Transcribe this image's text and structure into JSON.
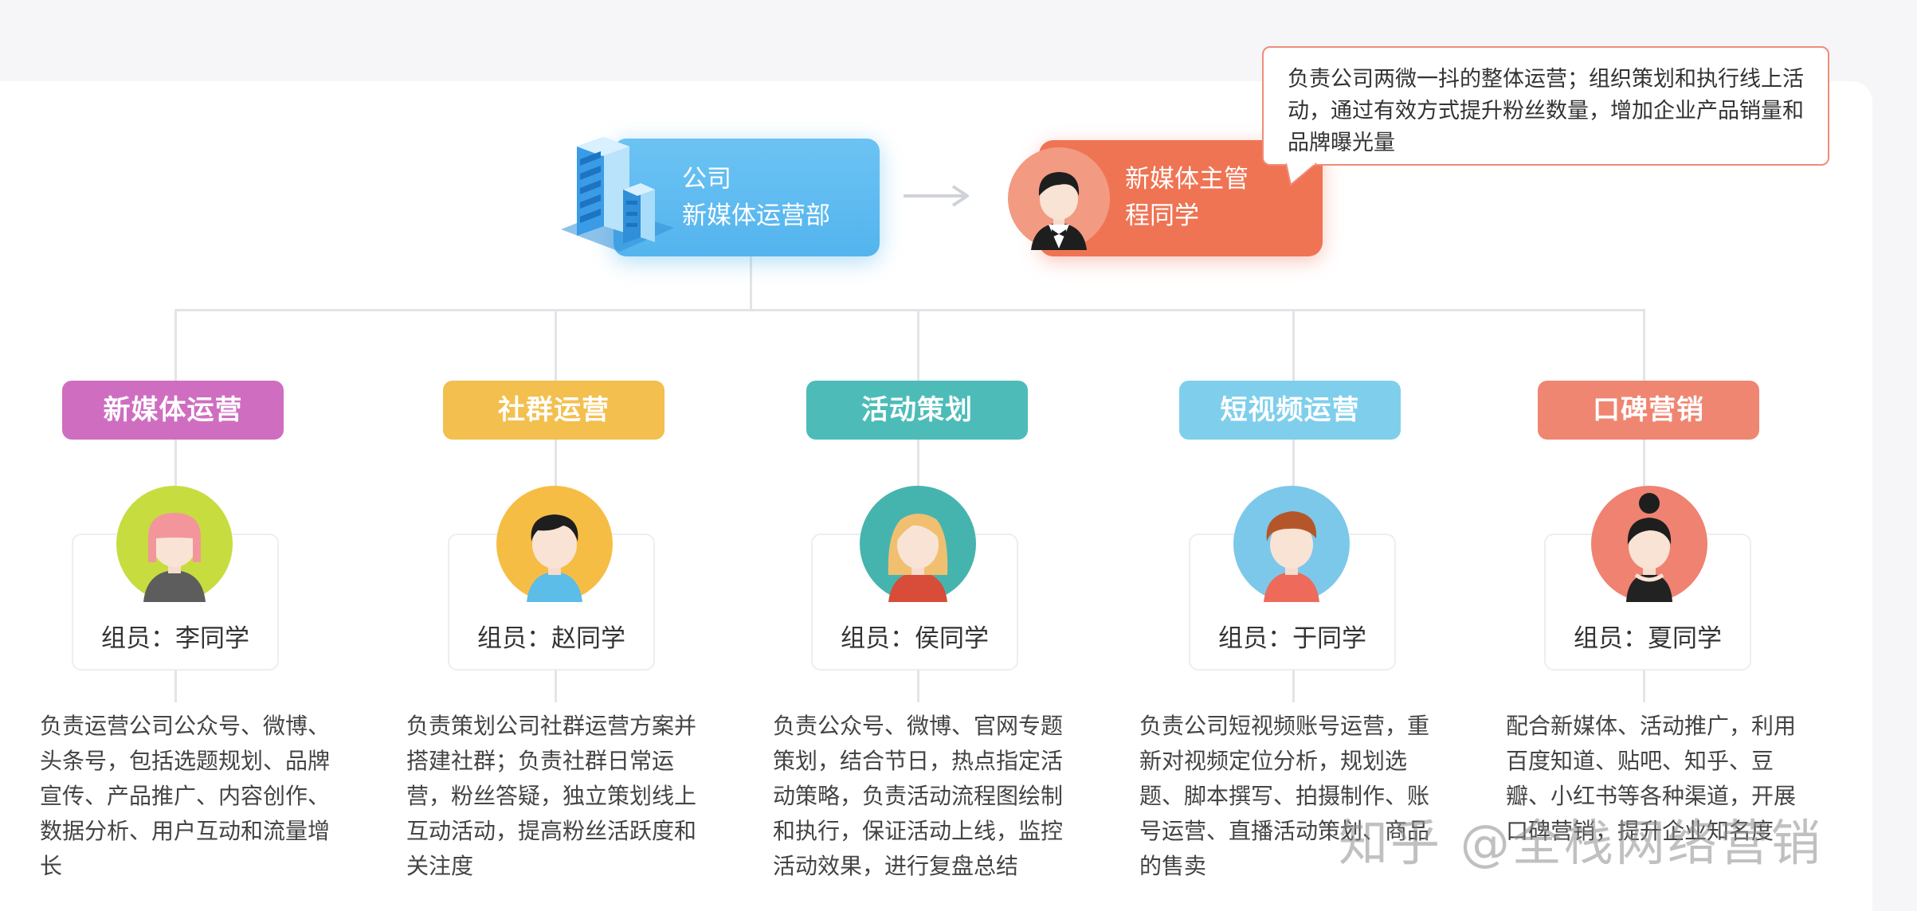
{
  "department": {
    "line1": "公司",
    "line2": "新媒体运营部"
  },
  "manager": {
    "line1": "新媒体主管",
    "line2": "程同学"
  },
  "manager_note": "负责公司两微一抖的整体运营；组织策划和执行线上活动，通过有效方式提升粉丝数量，增加企业产品销量和品牌曝光量",
  "roles": [
    {
      "title": "新媒体运营",
      "color": "#cf6ec0",
      "member": "组员：李同学",
      "avatar_bg": "#c7dc3f",
      "hair": "#f2969c",
      "shirt": "#5d5d5d",
      "desc": "负责运营公司公众号、微博、头条号，包括选题规划、品牌宣传、产品推广、内容创作、数据分析、用户互动和流量增长"
    },
    {
      "title": "社群运营",
      "color": "#f3bf4e",
      "member": "组员：赵同学",
      "avatar_bg": "#f6bd45",
      "hair": "#1e1e1e",
      "shirt": "#5bbde8",
      "desc": "负责策划公司社群运营方案并搭建社群；负责社群日常运营，粉丝答疑，独立策划线上互动活动，提高粉丝活跃度和关注度"
    },
    {
      "title": "活动策划",
      "color": "#4dbcb8",
      "member": "组员：侯同学",
      "avatar_bg": "#46b4ae",
      "hair": "#f0c070",
      "shirt": "#d84c3a",
      "desc": "负责公众号、微博、官网专题策划，结合节日，热点指定活动策略，负责活动流程图绘制和执行，保证活动上线，监控活动效果，进行复盘总结"
    },
    {
      "title": "短视频运营",
      "color": "#7fcfec",
      "member": "组员：于同学",
      "avatar_bg": "#7cc8ea",
      "hair": "#b5562a",
      "shirt": "#ee6a5a",
      "desc": "负责公司短视频账号运营，重新对视频定位分析，规划选题、脚本撰写、拍摄制作、账号运营、直播活动策划、商品的售卖"
    },
    {
      "title": "口碑营销",
      "color": "#ef8672",
      "member": "组员：夏同学",
      "avatar_bg": "#ef8270",
      "hair": "#1e1e1e",
      "shirt": "#222222",
      "desc": "配合新媒体、活动推广，利用百度知道、贴吧、知乎、豆瓣、小红书等各种渠道，开展口碑营销，提升企业知名度"
    }
  ],
  "watermark": "知乎 @全栈网络营销"
}
